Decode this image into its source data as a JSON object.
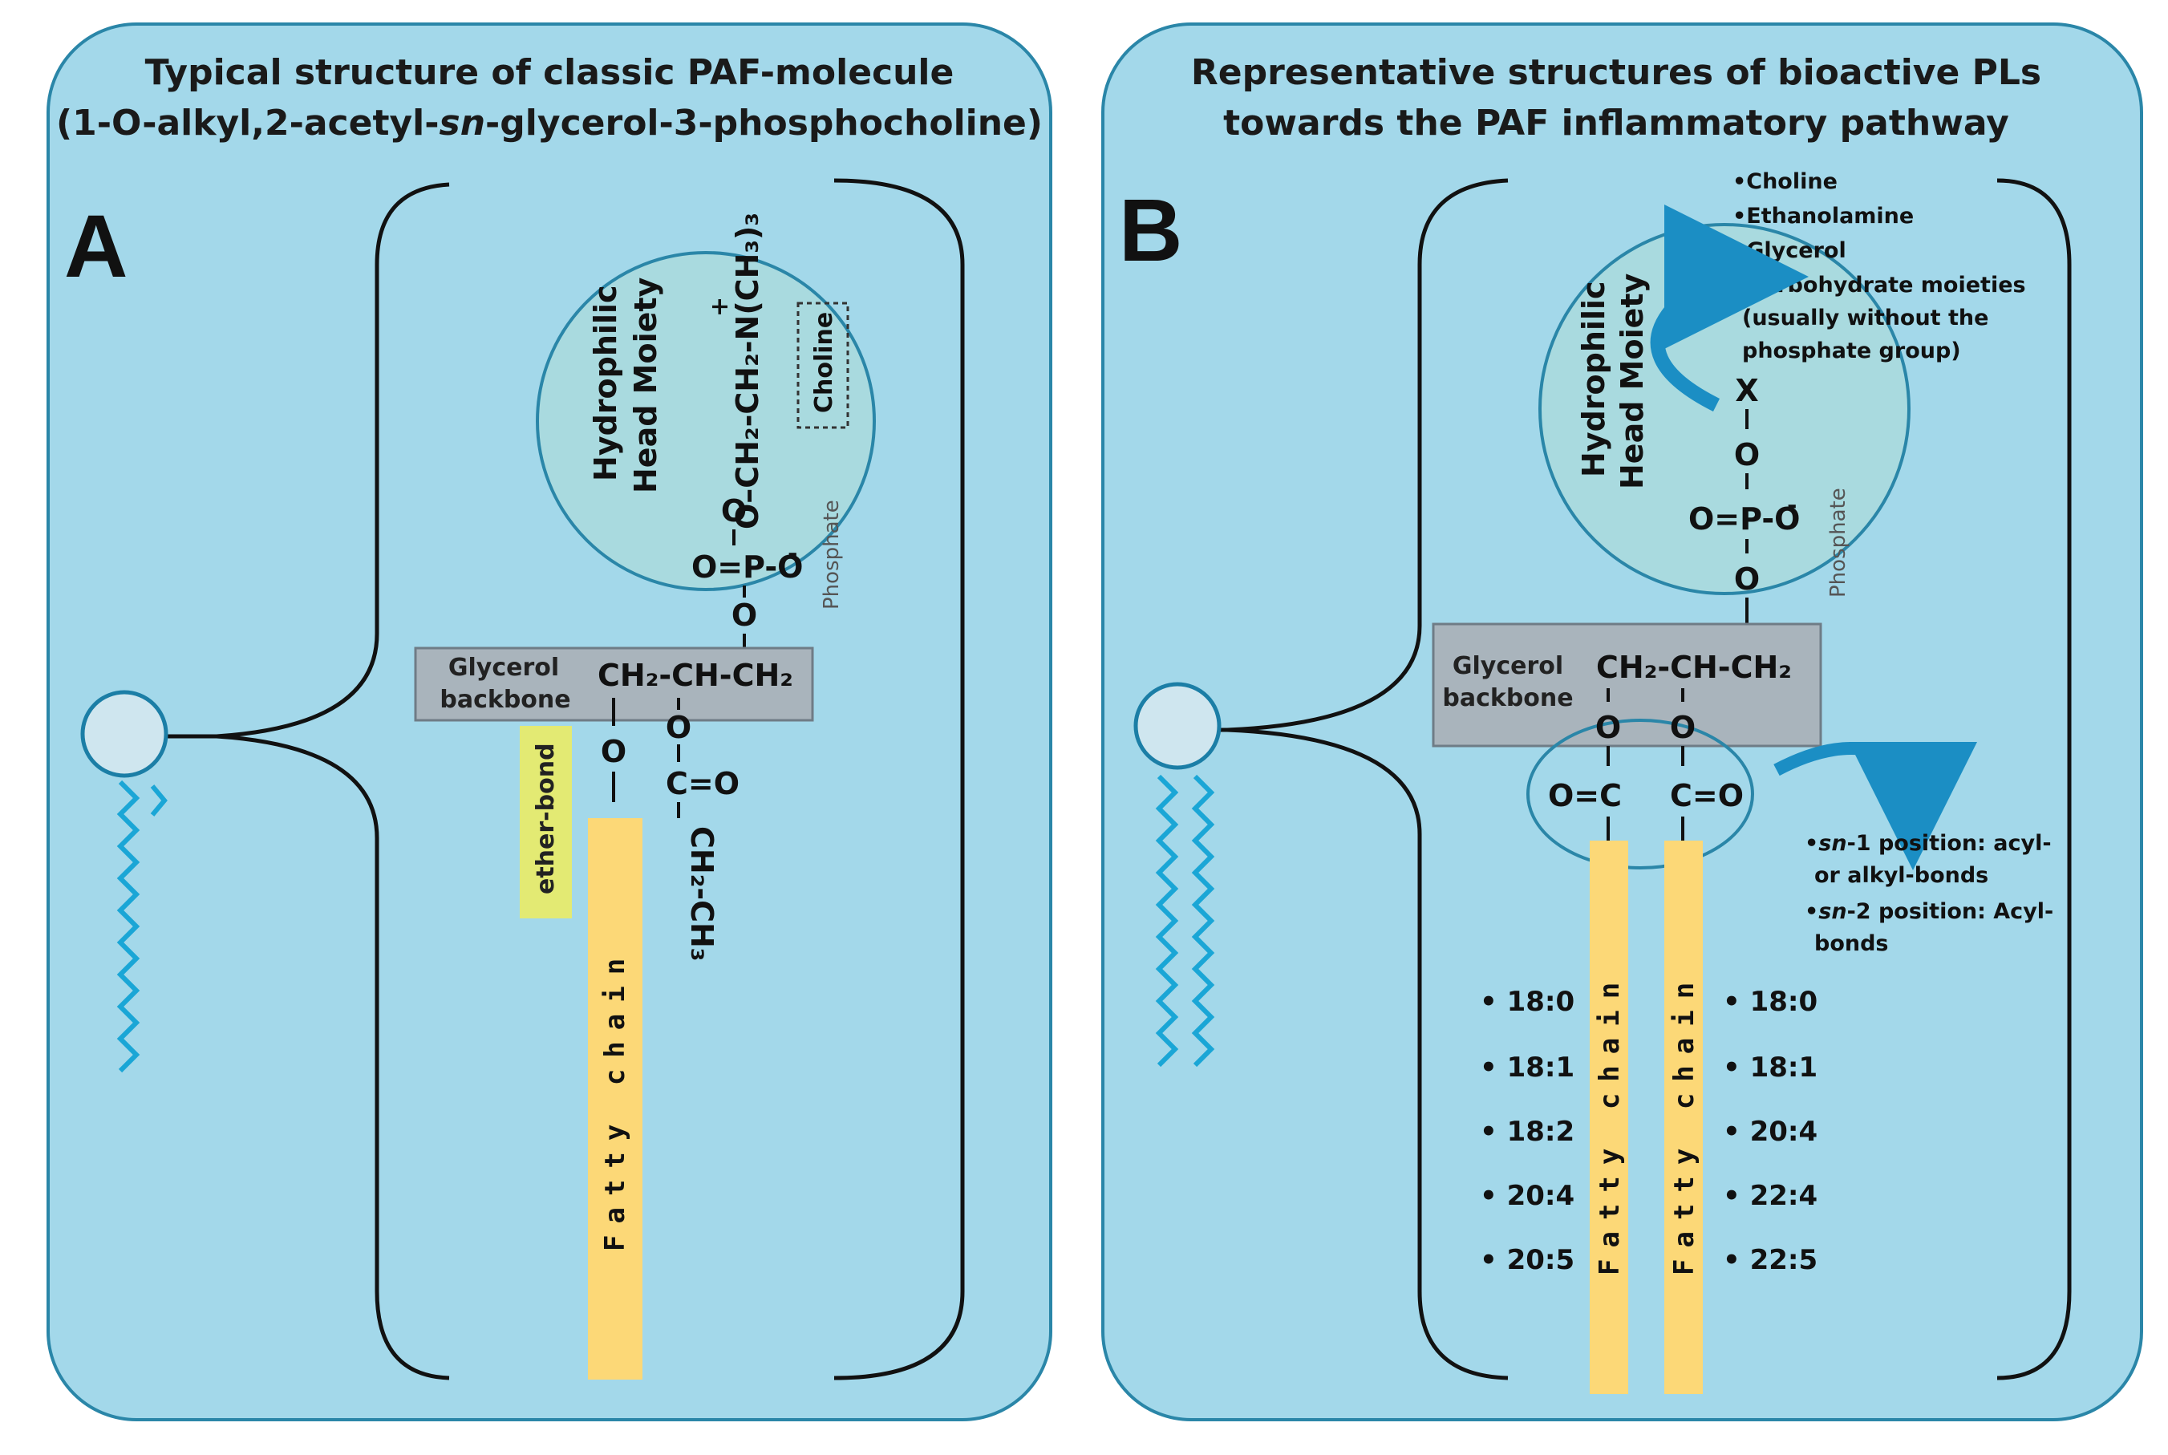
{
  "panel_a": {
    "letter": "A",
    "title_line1": "Typical structure of classic PAF-molecule",
    "title_line2_pre": "(1-O-alkyl,2-acetyl-",
    "title_line2_italic": "sn",
    "title_line2_post": "-glycerol-3-phosphocholine)",
    "head_label_1": "Hydrophilic",
    "head_label_2": "Head Moiety",
    "choline_chain": "O–CH₂-CH₂-N(CH₃)₃",
    "n_charge": "+",
    "choline_box": "Choline",
    "phosphate_o_top": "O",
    "phosphate_p": "O=P-O",
    "phosphate_charge": "-",
    "phosphate_o_bottom": "O",
    "phosphate_label": "Phosphate",
    "glycerol_label_1": "Glycerol",
    "glycerol_label_2": "backbone",
    "glycerol_chain": "CH₂-CH-CH₂",
    "ether_o": "O",
    "ester_o": "O",
    "carbonyl": "C=O",
    "acetyl": "CH₂-CH₃",
    "ether_label": "ether-bond",
    "fatty_label": "Fatty chain"
  },
  "panel_b": {
    "letter": "B",
    "title_line1": "Representative structures of bioactive PLs",
    "title_line2": "towards the PAF inflammatory pathway",
    "head_label_1": "Hydrophilic",
    "head_label_2": "Head Moiety",
    "head_groups": [
      "•Choline",
      "•Ethanolamine",
      "•Glycerol",
      "•Carbohydrate moieties"
    ],
    "head_groups_note": [
      "(usually without the",
      "phosphate group)"
    ],
    "x": "X",
    "o_upper": "O",
    "phosphate_p": "O=P-O",
    "phosphate_charge": "-",
    "o_lower": "O",
    "phosphate_label": "Phosphate",
    "glycerol_label_1": "Glycerol",
    "glycerol_label_2": "backbone",
    "glycerol_chain": "CH₂-CH-CH₂",
    "o_left": "O",
    "o_right": "O",
    "carbonyl_left": "O=C",
    "carbonyl_right": "C=O",
    "sn1_italic": "sn",
    "sn1_text": "-1 position: acyl-",
    "sn1_text_2": "or alkyl-bonds",
    "sn2_italic": "sn",
    "sn2_text": "-2 position: Acyl-",
    "sn2_text_2": "bonds",
    "fatty_label_left": "Fatty chain",
    "fatty_label_right": "Fatty chain",
    "sn1_chains": [
      "• 18:0",
      "• 18:1",
      "• 18:2",
      "• 20:4",
      "• 20:5"
    ],
    "sn2_chains": [
      "• 18:0",
      "• 18:1",
      "• 20:4",
      "• 22:4",
      "• 22:5"
    ]
  },
  "colors": {
    "panel_bg": "#a3d8ea",
    "panel_border": "#2a86a8",
    "head_circle": "#a9dadf",
    "glycerol_box": "#a9b4bc",
    "fatty_bar": "#fcd877",
    "ether_box": "#e3ea73",
    "tail_blue": "#1aa6d6",
    "arrow_blue": "#1b8ec4"
  }
}
